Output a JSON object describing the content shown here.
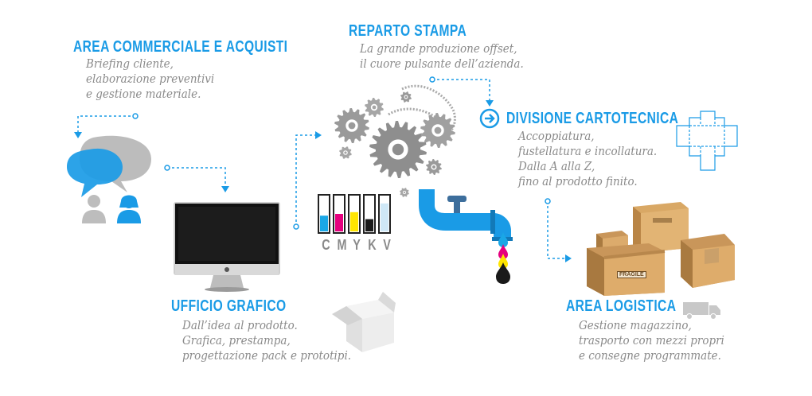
{
  "sections": {
    "commerciale": {
      "title": "AREA COMMERCIALE E ACQUISTI",
      "lines": [
        "Briefing cliente,",
        "elaborazione preventivi",
        "e gestione materiale."
      ]
    },
    "stampa": {
      "title": "REPARTO STAMPA",
      "lines": [
        "La grande produzione offset,",
        "il cuore pulsante dell’azienda."
      ]
    },
    "cartotecnica": {
      "title": "DIVISIONE CARTOTECNICA",
      "lines": [
        "Accoppiatura,",
        "fustellatura e incollatura.",
        "Dalla A alla Z,",
        "fino al prodotto finito."
      ]
    },
    "grafico": {
      "title": "UFFICIO GRAFICO",
      "lines": [
        "Dall’idea al prodotto.",
        "Grafica, prestampa,",
        "progettazione pack e prototipi."
      ]
    },
    "logistica": {
      "title": "AREA LOGISTICA",
      "lines": [
        "Gestione magazzino,",
        "trasporto con mezzi propri",
        "e consegne programmate."
      ]
    }
  },
  "ink_labels": [
    "C",
    "M",
    "Y",
    "K",
    "V"
  ],
  "ink_levels": [
    0.45,
    0.5,
    0.55,
    0.35,
    0.8
  ],
  "box_label": "FRAGILE",
  "colors": {
    "accent": "#1a9be6",
    "text_gray": "#8a8a8a",
    "cyan": "#1aa7e6",
    "magenta": "#e6007e",
    "yellow": "#ffe500",
    "black": "#1a1a1a",
    "varnish": "#cfe8f7",
    "cardboard": "#c9965a"
  },
  "icons": {
    "speech": "speech-bubbles-icon",
    "people": "people-icon",
    "monitor": "computer-monitor-icon",
    "gears": "gears-icon",
    "faucet": "faucet-icon",
    "box_diecut": "diecut-box-icon",
    "boxes": "cardboard-boxes-icon",
    "truck": "truck-icon",
    "arrow": "arrow-circle-icon",
    "blank_box": "open-box-icon"
  }
}
